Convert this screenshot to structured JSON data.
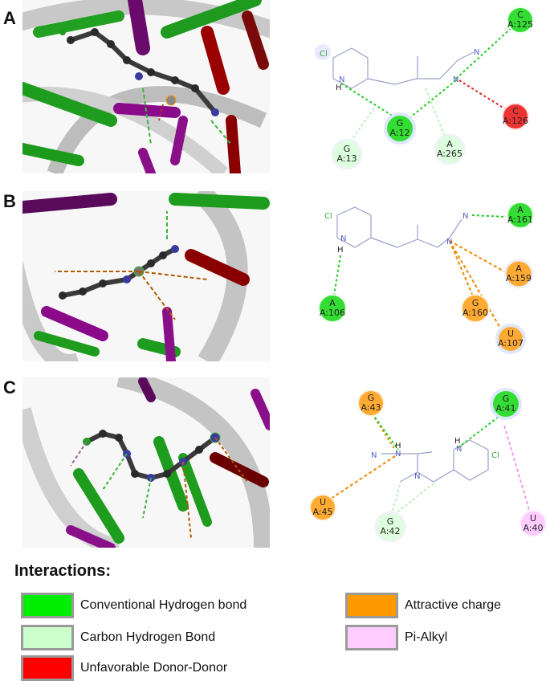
{
  "panels": [
    {
      "letter": "A",
      "residues": [
        {
          "name": "C",
          "id": "A:125",
          "type": "conventional"
        },
        {
          "name": "C",
          "id": "A:126",
          "type": "unfavorable"
        },
        {
          "name": "G",
          "id": "A:12",
          "type": "conventional"
        },
        {
          "name": "G",
          "id": "A:13",
          "type": "carbon"
        },
        {
          "name": "A",
          "id": "A:265",
          "type": "carbon"
        }
      ],
      "atoms": {
        "cl": "Cl",
        "n": "N",
        "h": "H"
      }
    },
    {
      "letter": "B",
      "residues": [
        {
          "name": "A",
          "id": "A:161",
          "type": "conventional"
        },
        {
          "name": "A",
          "id": "A:159",
          "type": "attractive"
        },
        {
          "name": "G",
          "id": "A:160",
          "type": "attractive"
        },
        {
          "name": "U",
          "id": "A:107",
          "type": "attractive"
        },
        {
          "name": "A",
          "id": "A:106",
          "type": "conventional"
        }
      ],
      "atoms": {
        "cl": "Cl",
        "n": "N",
        "h": "H"
      }
    },
    {
      "letter": "C",
      "residues": [
        {
          "name": "G",
          "id": "A:43",
          "type": "attractive"
        },
        {
          "name": "G",
          "id": "A:41",
          "type": "conventional"
        },
        {
          "name": "U",
          "id": "A:45",
          "type": "attractive"
        },
        {
          "name": "G",
          "id": "A:42",
          "type": "carbon"
        },
        {
          "name": "U",
          "id": "A:40",
          "type": "pialkyl"
        }
      ],
      "atoms": {
        "cl": "Cl",
        "n": "N",
        "h": "H"
      }
    }
  ],
  "legend": {
    "title": "Interactions:",
    "items": [
      {
        "key": "conventional",
        "label": "Conventional Hydrogen bond",
        "color": "#00ee00"
      },
      {
        "key": "carbon",
        "label": "Carbon Hydrogen Bond",
        "color": "#ccffcc"
      },
      {
        "key": "unfavorable",
        "label": "Unfavorable Donor-Donor",
        "color": "#ff0000"
      },
      {
        "key": "attractive",
        "label": "Attractive charge",
        "color": "#ff9900"
      },
      {
        "key": "pialkyl",
        "label": "Pi-Alkyl",
        "color": "#ffccff"
      }
    ]
  }
}
